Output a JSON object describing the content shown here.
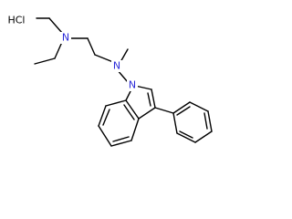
{
  "molecule": {
    "salt_label": "HCl",
    "amine_n_label": "N",
    "methyl_n_label": "N",
    "indole_n_label": "N",
    "colors": {
      "bond": "#000000",
      "heteroatom_n": "#2a2ad8"
    }
  }
}
